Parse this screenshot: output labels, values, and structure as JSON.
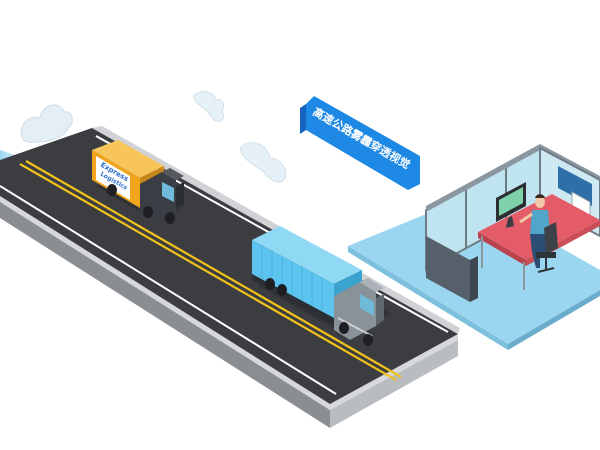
{
  "banner": {
    "text": "高速公路雾霾穿透视觉",
    "color": "#1e88e5"
  },
  "truck_small": {
    "logo_line1": "Express",
    "logo_line2": "Logistics",
    "cargo_color": "#f0a51c",
    "cab_color": "#3a3d44"
  },
  "truck_large": {
    "container_color": "#5cc4ee",
    "cab_color": "#8a9299"
  },
  "road": {
    "asphalt_color": "#3b3d41",
    "center_line_color": "#f2c21b",
    "edge_line_color": "#ffffff"
  },
  "control_room": {
    "floor_color": "#9ad6f0",
    "desk_color": "#e35c67",
    "wall_glass_color": "#bfe3ef"
  },
  "icons": {
    "clouds": "cloud-icon",
    "operator": "person-icon"
  }
}
